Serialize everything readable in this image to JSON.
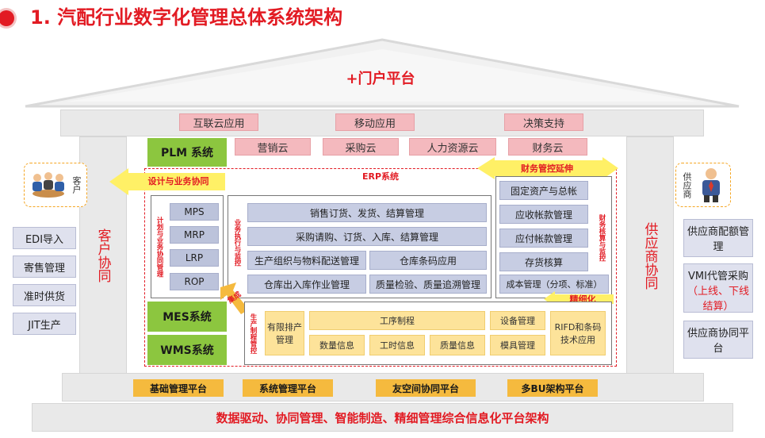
{
  "title": "1. 汽配行业数字化管理总体系统架构",
  "portal": "+门户平台",
  "top_row": [
    "互联云应用",
    "移动应用",
    "决策支持"
  ],
  "cloud_row": [
    "营销云",
    "采购云",
    "人力资源云",
    "财务云"
  ],
  "plm": "PLM 系统",
  "mes": "MES系统",
  "wms": "WMS系统",
  "design_collab": "设计与业务协同",
  "erp_label": "ERP系统",
  "finance_ext": "财务管控延伸",
  "plan_label": "计划与业务协同管理",
  "plan_items": [
    "MPS",
    "MRP",
    "LRP",
    "ROP"
  ],
  "biz_label": "业务执行与监控",
  "erp_rows": {
    "sales": "销售订货、发货、结算管理",
    "purchase": "采购请购、订货、入库、结算管理",
    "production_org": "生产组织与物料配送管理",
    "barcode": "仓库条码应用",
    "warehouse": "仓库出入库作业管理",
    "quality": "质量检验、质量追溯管理"
  },
  "fin_label": "财务核算与监控",
  "fin_items": [
    "固定资产与总帐",
    "应收帐款管理",
    "应付帐款管理",
    "存货核算",
    "成本管理（分项、标准）"
  ],
  "integration": "集成",
  "refinement": "精细化",
  "prod_label": "生产制程管控",
  "prod": {
    "limited": "有限排产管理",
    "process": "工序制程",
    "count": "数量信息",
    "time": "工时信息",
    "quality": "质量信息",
    "equipment": "设备管理",
    "mold": "模具管理",
    "rfid": "RIFD和条码技术应用"
  },
  "customer_icon_label": "客户",
  "customer_pillar": "客户协同",
  "customer_items": [
    "EDI导入",
    "寄售管理",
    "准时供货",
    "JIT生产"
  ],
  "supplier_icon_label": "供应商",
  "supplier_pillar": "供应商协同",
  "supplier_items": [
    "供应商配额管理",
    "VMI代管采购",
    "（上线、下线结算）",
    "供应商协同平台"
  ],
  "platforms": [
    "基础管理平台",
    "系统管理平台",
    "友空间协同平台",
    "多BU架构平台"
  ],
  "footer": "数据驱动、协同管理、智能制造、精细管理综合信息化平台架构",
  "colors": {
    "accent_red": "#e21b23",
    "green": "#8cc63f",
    "gold": "#f5ba3e",
    "pink": "#f4b9be",
    "blue": "#bcc3db",
    "cream": "#fde39a"
  },
  "icons": {
    "customer": "people-meeting-icon",
    "supplier": "businessman-icon",
    "title_bullet": "red-disc-icon"
  }
}
